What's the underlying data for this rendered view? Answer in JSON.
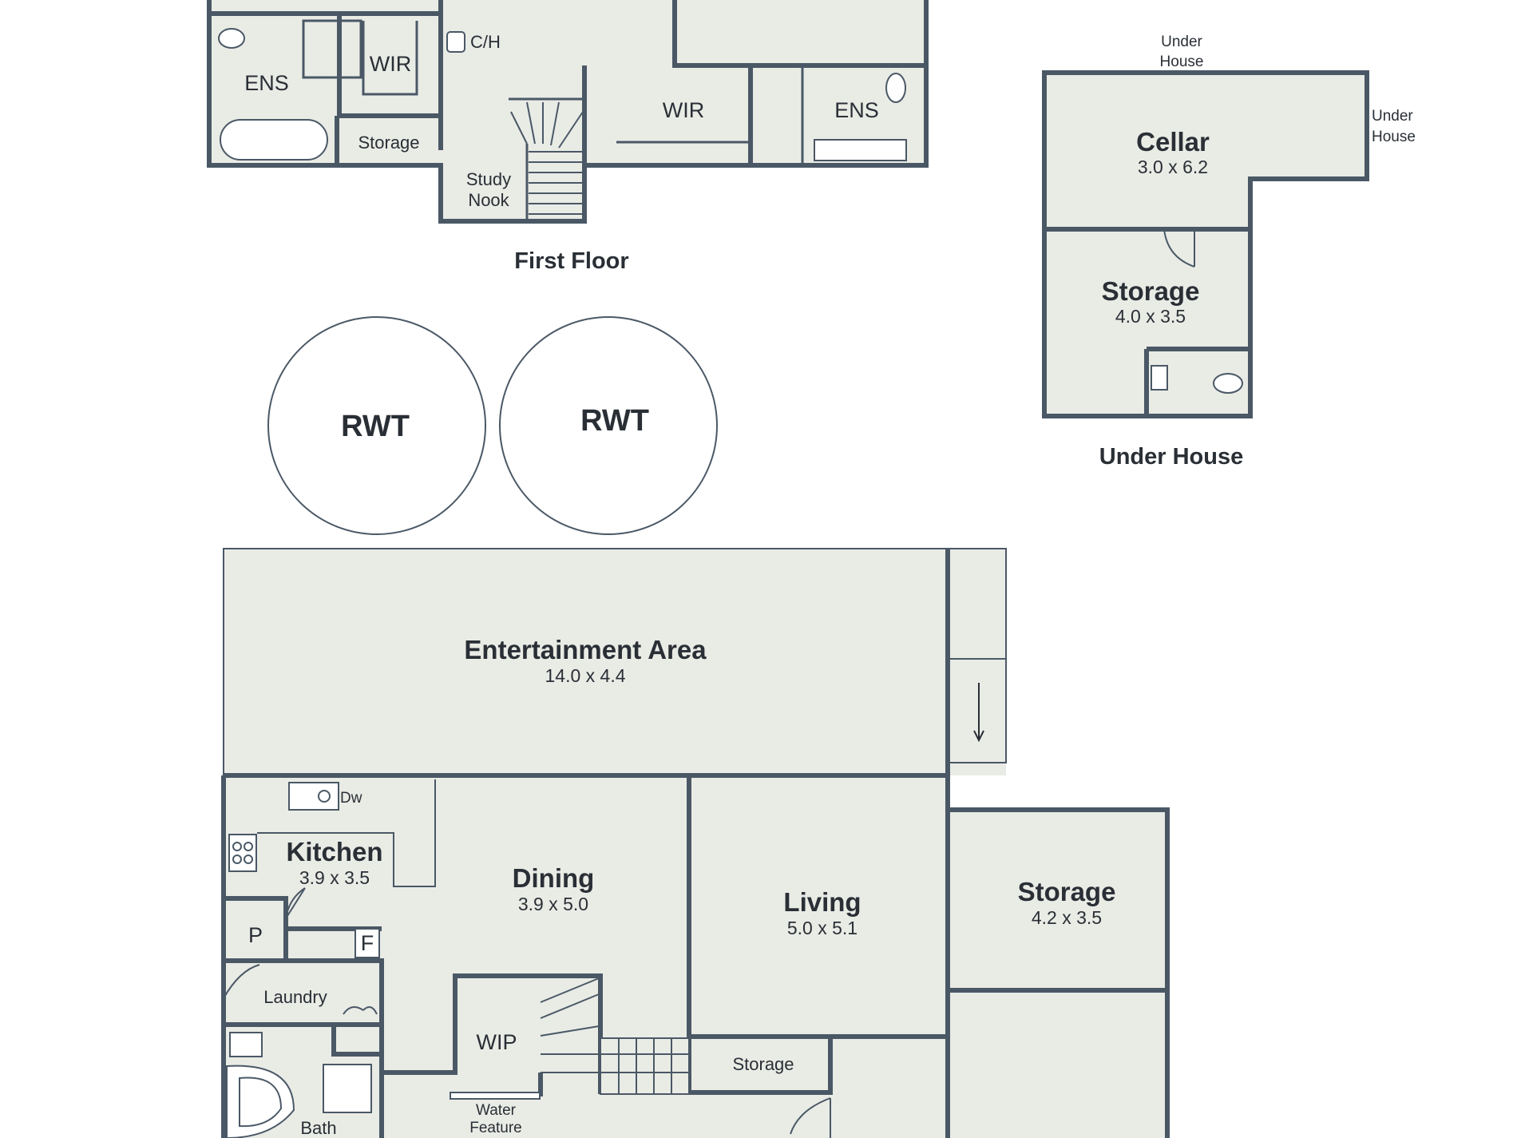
{
  "colors": {
    "wall": "#4a5866",
    "floor": "#e9ebe5",
    "text": "#2a2f36",
    "background": "#ffffff"
  },
  "first_floor": {
    "title": "First Floor",
    "ens_left": "ENS",
    "wir_left": "WIR",
    "storage": "Storage",
    "ch": "C/H",
    "study_nook_line1": "Study",
    "study_nook_line2": "Nook",
    "wir_right": "WIR",
    "ens_right": "ENS"
  },
  "tanks": {
    "left": "RWT",
    "right": "RWT"
  },
  "under_house": {
    "title": "Under House",
    "top_note_line1": "Under",
    "top_note_line2": "House",
    "side_note_line1": "Under",
    "side_note_line2": "House",
    "cellar": {
      "name": "Cellar",
      "dims": "3.0 x 6.2"
    },
    "storage": {
      "name": "Storage",
      "dims": "4.0 x 3.5"
    }
  },
  "ground_floor": {
    "entertainment": {
      "name": "Entertainment Area",
      "dims": "14.0 x 4.4"
    },
    "kitchen": {
      "name": "Kitchen",
      "dims": "3.9 x 3.5"
    },
    "dining": {
      "name": "Dining",
      "dims": "3.9 x 5.0"
    },
    "living": {
      "name": "Living",
      "dims": "5.0 x 5.1"
    },
    "storage_big": {
      "name": "Storage",
      "dims": "4.2 x 3.5"
    },
    "dw": "Dw",
    "pantry": "P",
    "fridge": "F",
    "laundry": "Laundry",
    "wip": "WIP",
    "storage_small": "Storage",
    "water_feature_line1": "Water",
    "water_feature_line2": "Feature",
    "bath": "Bath"
  }
}
